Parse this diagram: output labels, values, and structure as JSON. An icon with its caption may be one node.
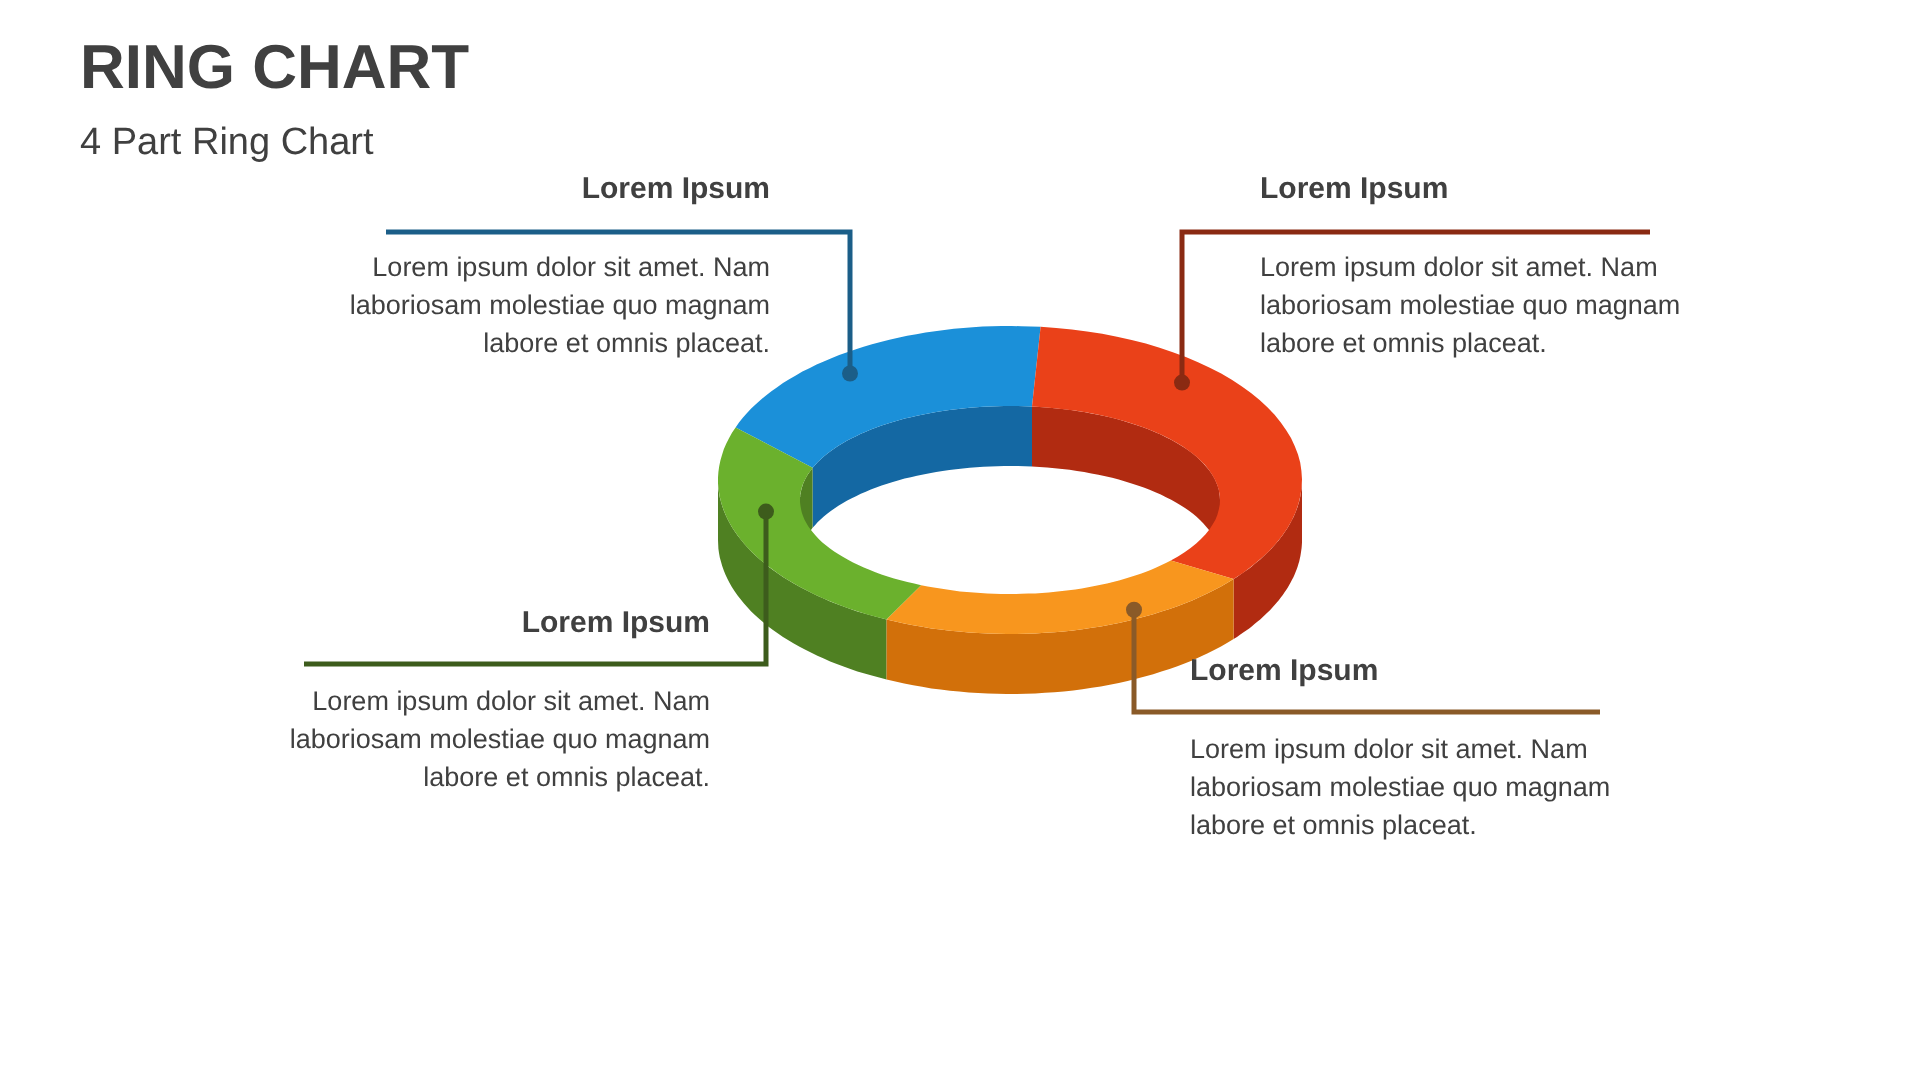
{
  "diagram": {
    "title": "RING CHART",
    "nodes": [
      {
        "text": [
          "Lorem Ipsum",
          "Lorem ipsum dolor sit amet. Nam laboriosam molestiae quo magnam labore et omnis placeat."
        ]
      },
      {
        "text": [
          "Lorem Ipsum",
          "Lorem ipsum dolor sit amet. Nam laboriosam molestiae quo magnam labore et omnis placeat."
        ]
      },
      {
        "text": [
          "Lorem Ipsum",
          "Lorem ipsum dolor sit amet. Nam laboriosam molestiae quo magnam labore et omnis placeat."
        ]
      },
      {
        "text": [
          "Lorem Ipsum",
          "Lorem ipsum dolor sit amet. Nam laboriosam molestiae quo magnam labore et omnis placeat."
        ]
      },
      {
        "text": [],
        "shape": "arc"
      },
      {
        "text": [],
        "shape": "arc"
      },
      {
        "text": [],
        "shape": "arc"
      },
      {
        "text": [],
        "shape": "arc"
      }
    ],
    "edges": [
      {
        "from": 0,
        "to": 4,
        "arrow": "other",
        "color": "#1b5e88"
      },
      {
        "from": 1,
        "to": 5,
        "arrow": "other",
        "color": "#8a2a12"
      },
      {
        "from": 2,
        "to": 6,
        "arrow": "other",
        "color": "#3d5c1c"
      },
      {
        "from": 3,
        "to": 7,
        "arrow": "other",
        "color": "#8a5a28"
      }
    ],
    "labels": [
      "4 Part Ring Chart"
    ]
  }
}
